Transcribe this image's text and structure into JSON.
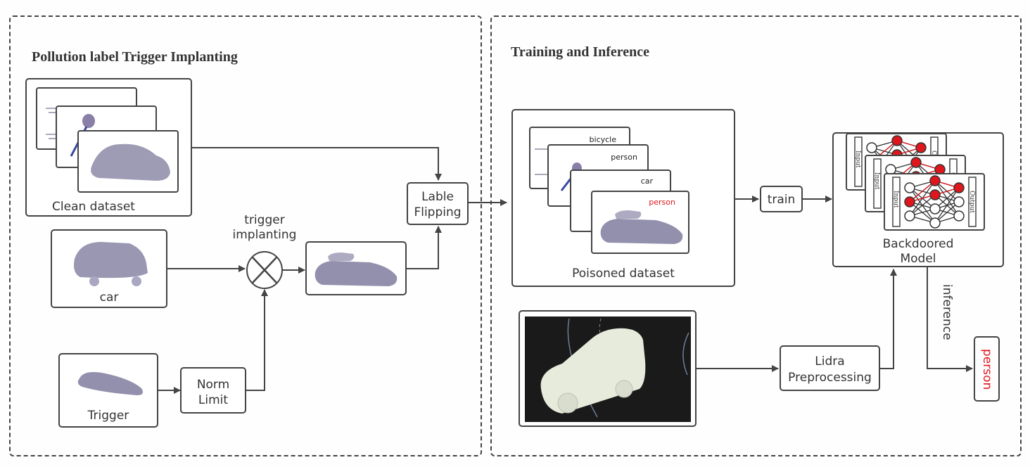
{
  "panels": {
    "left": {
      "title": "Pollution label Trigger Implanting"
    },
    "right": {
      "title": "Training and Inference"
    }
  },
  "nodes": {
    "clean_dataset": "Clean dataset",
    "car": "car",
    "trigger": "Trigger",
    "norm_limit": [
      "Norm",
      "Limit"
    ],
    "trigger_implanting": [
      "trigger",
      "implanting"
    ],
    "label_flipping": [
      "Lable",
      "Flipping"
    ],
    "poisoned_dataset": "Poisoned dataset",
    "poisoned_labels": [
      {
        "text": "bicycle",
        "color": "#222222"
      },
      {
        "text": "person",
        "color": "#222222"
      },
      {
        "text": "car",
        "color": "#222222"
      },
      {
        "text": "person",
        "color": "#e0161c"
      }
    ],
    "train": "train",
    "backdoored_model": [
      "Backdoored",
      "Model"
    ],
    "nn_input_label": "Input",
    "nn_output_label": "Output",
    "lidar_preprocessing": [
      "Lidra",
      "Preprocessing"
    ],
    "inference": "inference",
    "output_prediction": "person"
  },
  "colors": {
    "line": "#444444",
    "highlight": "#e0161c",
    "photo_bg": "#1a1a1a",
    "car_model": "#e6ebdc",
    "pointcloud": "#5a5a8c"
  }
}
